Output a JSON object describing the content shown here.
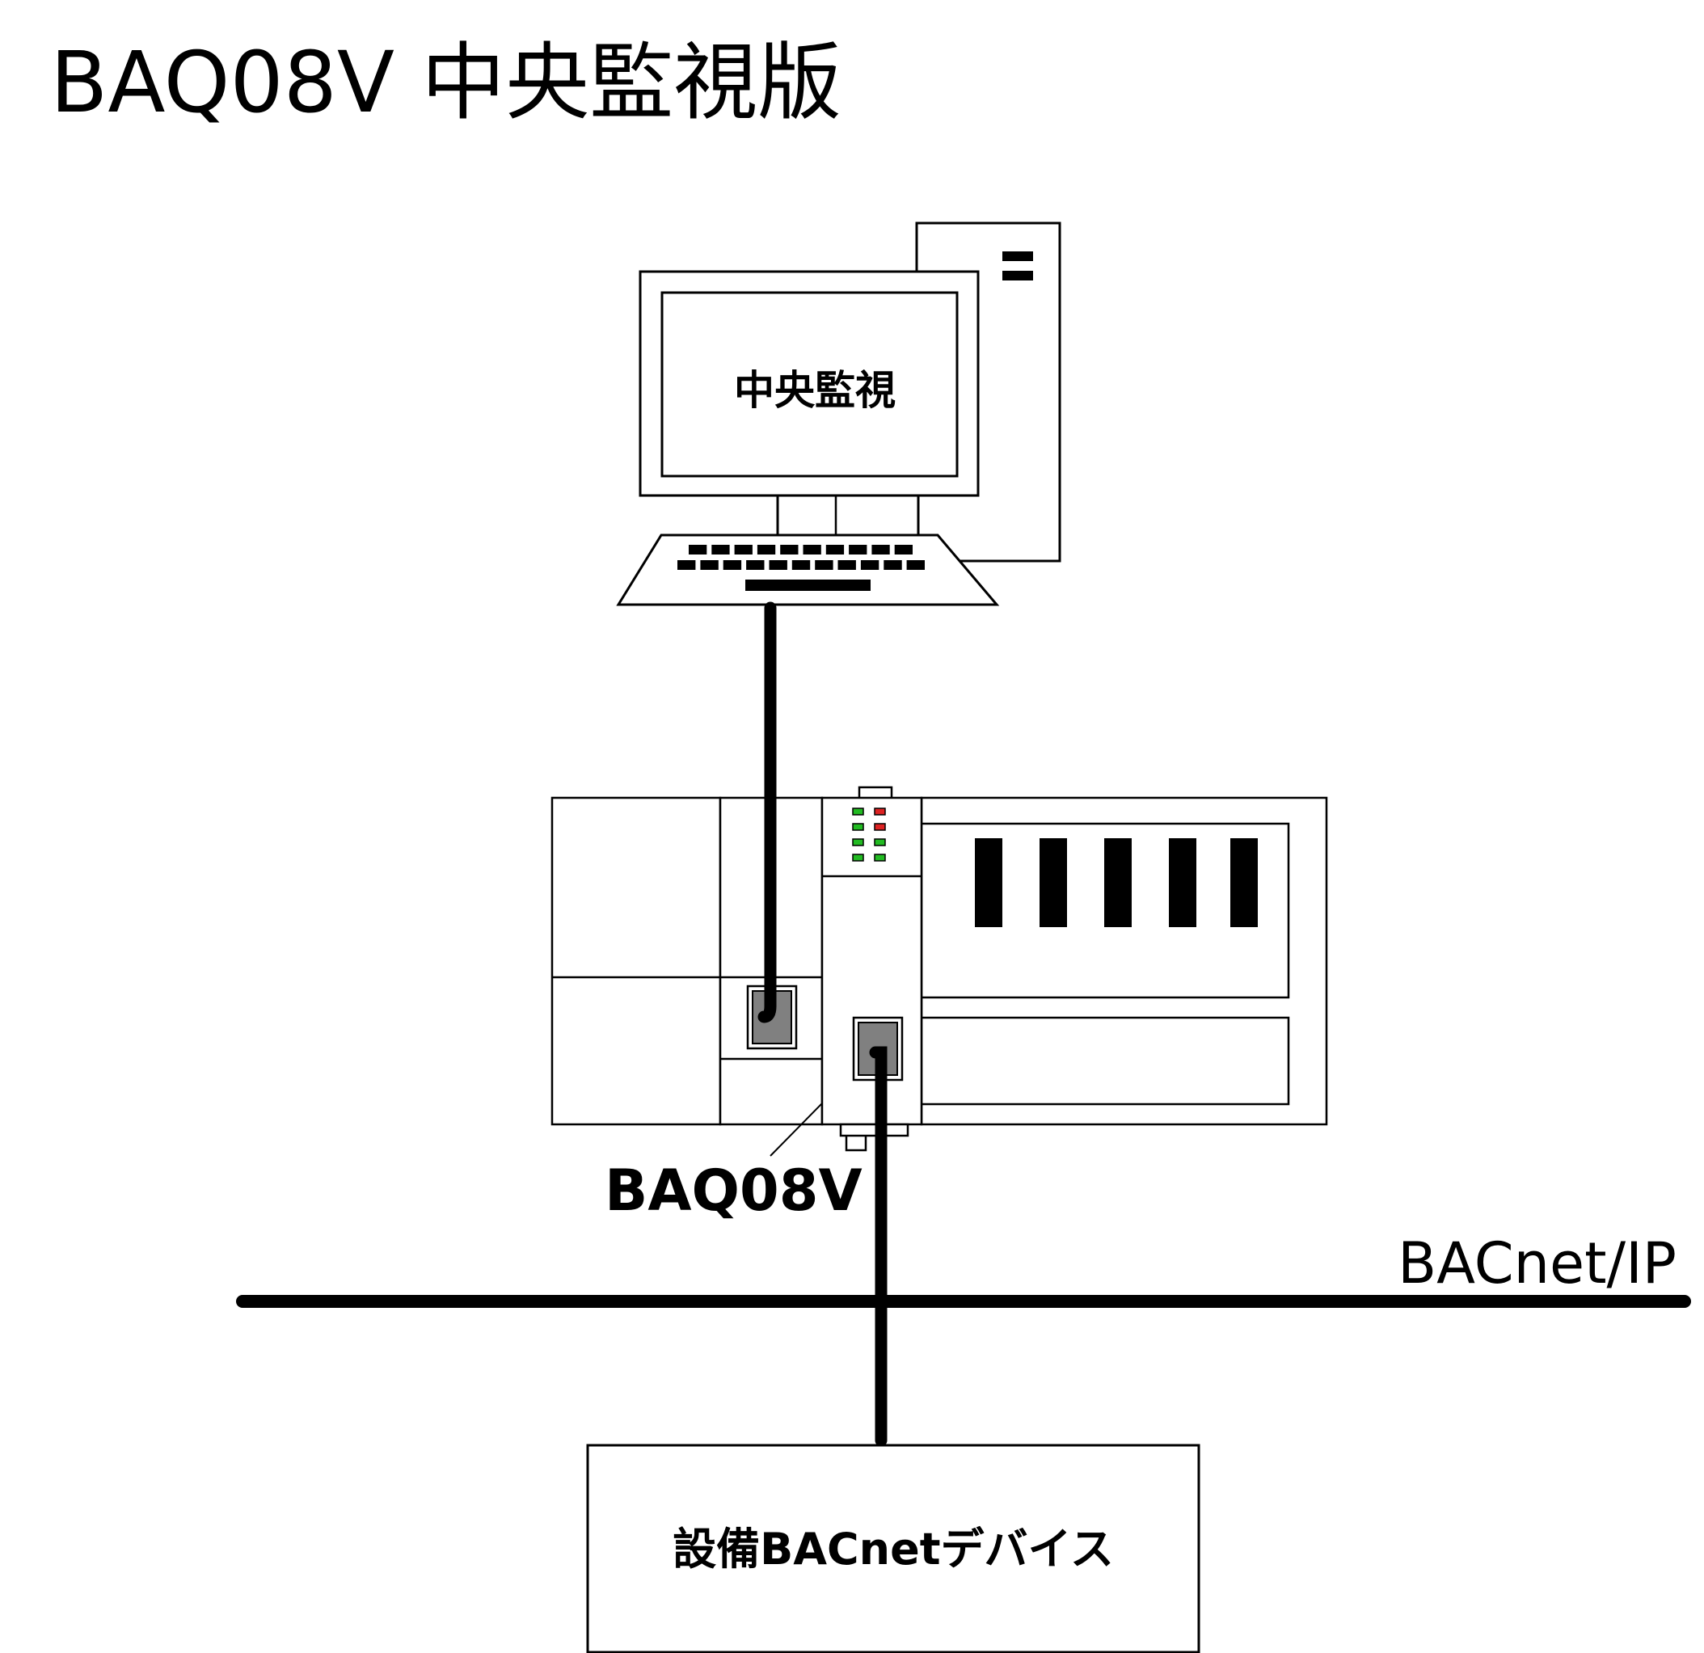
{
  "title": "BAQ08V 中央監視版",
  "monitor": {
    "screen_label": "中央監視"
  },
  "gateway": {
    "label": "BAQ08V",
    "leds": {
      "on_color": "#22bb22",
      "alert_color": "#dd2222"
    }
  },
  "network": {
    "label": "BACnet/IP"
  },
  "device": {
    "label": "設備BACnetデバイス"
  },
  "colors": {
    "line": "#000000",
    "port_fill": "#808080",
    "background": "#ffffff"
  },
  "icons": {
    "pc": "desktop-computer-icon",
    "keyboard": "keyboard-icon",
    "plc": "plc-rack-icon",
    "ethernet": "ethernet-port-icon"
  }
}
